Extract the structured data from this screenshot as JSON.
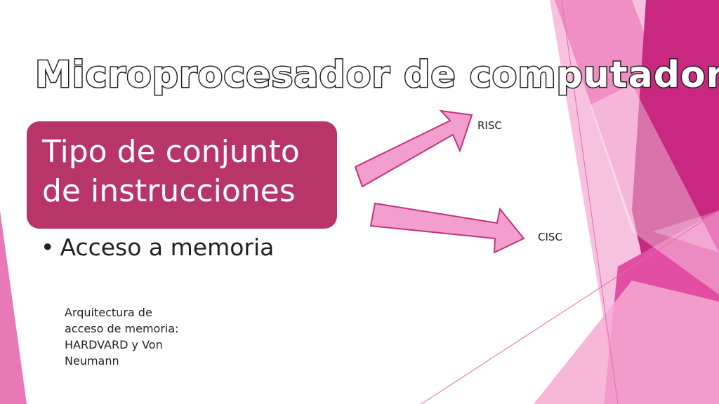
{
  "slide": {
    "title": "Microprocesador de computadora",
    "box_text": "Tipo de conjunto de instrucciones",
    "bullet_symbol": "•",
    "bullet_text": "Acceso a memoria",
    "risc_label": "RISC",
    "cisc_label": "CISC",
    "architecture_note": "Arquitectura de acceso de memoria: HARDVARD y Von Neumann"
  },
  "colors": {
    "box": "#b8356a",
    "arrow_fill": "#f29fcf",
    "arrow_stroke": "#c2337a",
    "magenta": "#c0237a",
    "pink": "#ef8cc4"
  }
}
